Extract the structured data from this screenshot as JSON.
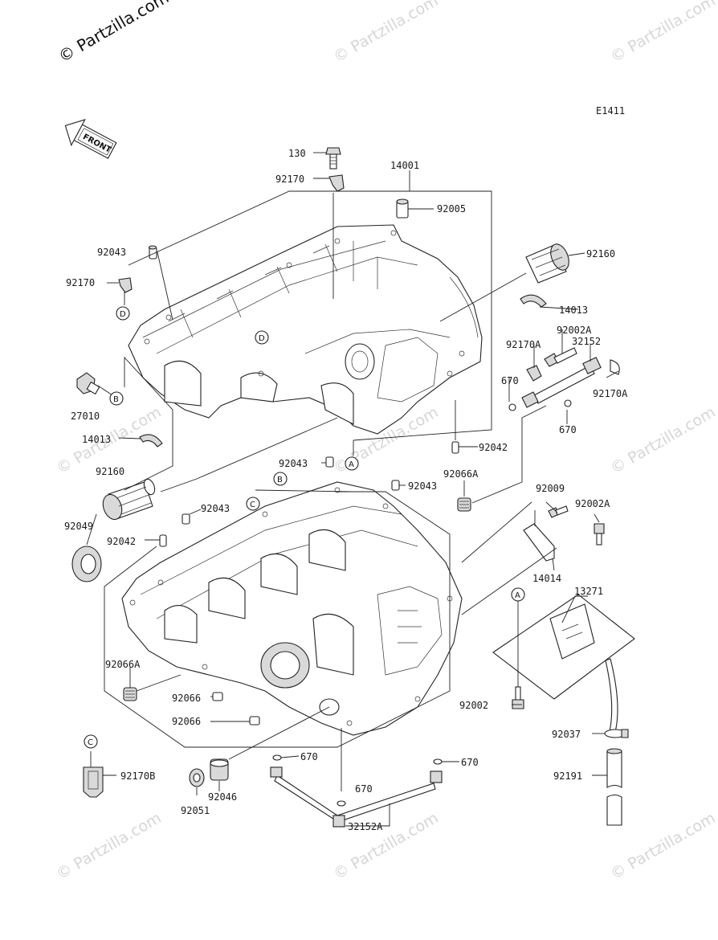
{
  "diagram": {
    "figure_code": "E1411",
    "front_label": "FRONT",
    "corner_watermark": "© Partzilla.com",
    "watermark_text": "© Partzilla.com",
    "ref_letters": {
      "a": "A",
      "b": "B",
      "c": "C",
      "d": "D"
    },
    "parts": {
      "p130": "130",
      "p92170_top": "92170",
      "p14001": "14001",
      "p92005": "92005",
      "p92043_ul": "92043",
      "p92160_r": "92160",
      "p92170_l": "92170",
      "p14013_r": "14013",
      "p92002a_1": "92002A",
      "p92170a_1": "92170A",
      "p32152": "32152",
      "p670_a": "670",
      "p92170a_2": "92170A",
      "p27010": "27010",
      "p670_b": "670",
      "p14013_l": "14013",
      "p92042_r": "92042",
      "p92043_m1": "92043",
      "p92066a_r": "92066A",
      "p92160_l": "92160",
      "p92043_m2": "92043",
      "p92009": "92009",
      "p92002a_2": "92002A",
      "p92043_m3": "92043",
      "p92049": "92049",
      "p92042_l": "92042",
      "p14014": "14014",
      "p13271": "13271",
      "p92066a_l": "92066A",
      "p92066_1": "92066",
      "p92002": "92002",
      "p92066_2": "92066",
      "p92037": "92037",
      "p670_c": "670",
      "p670_d": "670",
      "p92170b": "92170B",
      "p92191": "92191",
      "p670_e": "670",
      "p92046": "92046",
      "p92051": "92051",
      "p32152a": "32152A"
    }
  }
}
